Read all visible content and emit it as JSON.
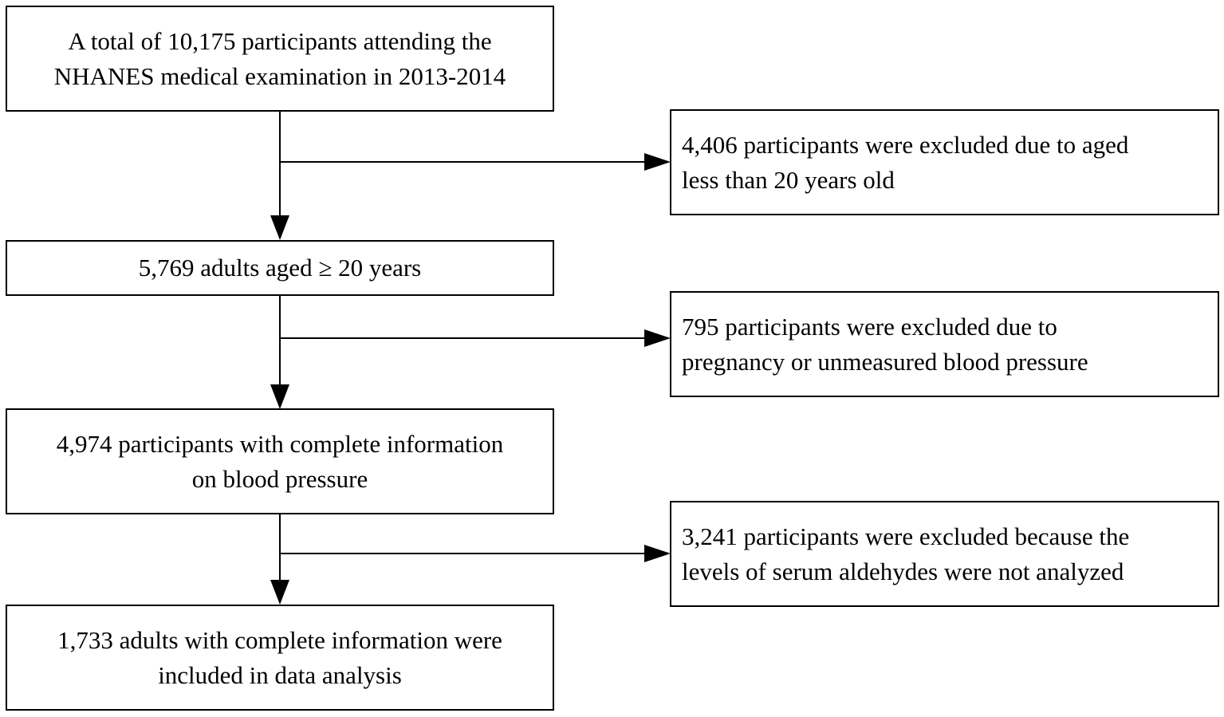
{
  "flowchart": {
    "main_steps": [
      {
        "lines": [
          "A total of 10,175 participants attending the",
          "NHANES medical examination in 2013-2014"
        ]
      },
      {
        "lines": [
          "5,769 adults aged ≥ 20 years"
        ]
      },
      {
        "lines": [
          "4,974 participants with complete information",
          "on blood pressure"
        ]
      },
      {
        "lines": [
          "1,733 adults with complete information were",
          "included in data analysis"
        ]
      }
    ],
    "exclusions": [
      {
        "lines": [
          "4,406 participants were excluded due to aged",
          "less than 20 years old"
        ]
      },
      {
        "lines": [
          "795 participants were excluded due to",
          "pregnancy or unmeasured blood pressure"
        ]
      },
      {
        "lines": [
          "3,241 participants were excluded because the",
          "levels of serum aldehydes were not analyzed"
        ]
      }
    ]
  },
  "colors": {
    "line": "#000000",
    "box_border": "#000000",
    "background": "#ffffff"
  }
}
